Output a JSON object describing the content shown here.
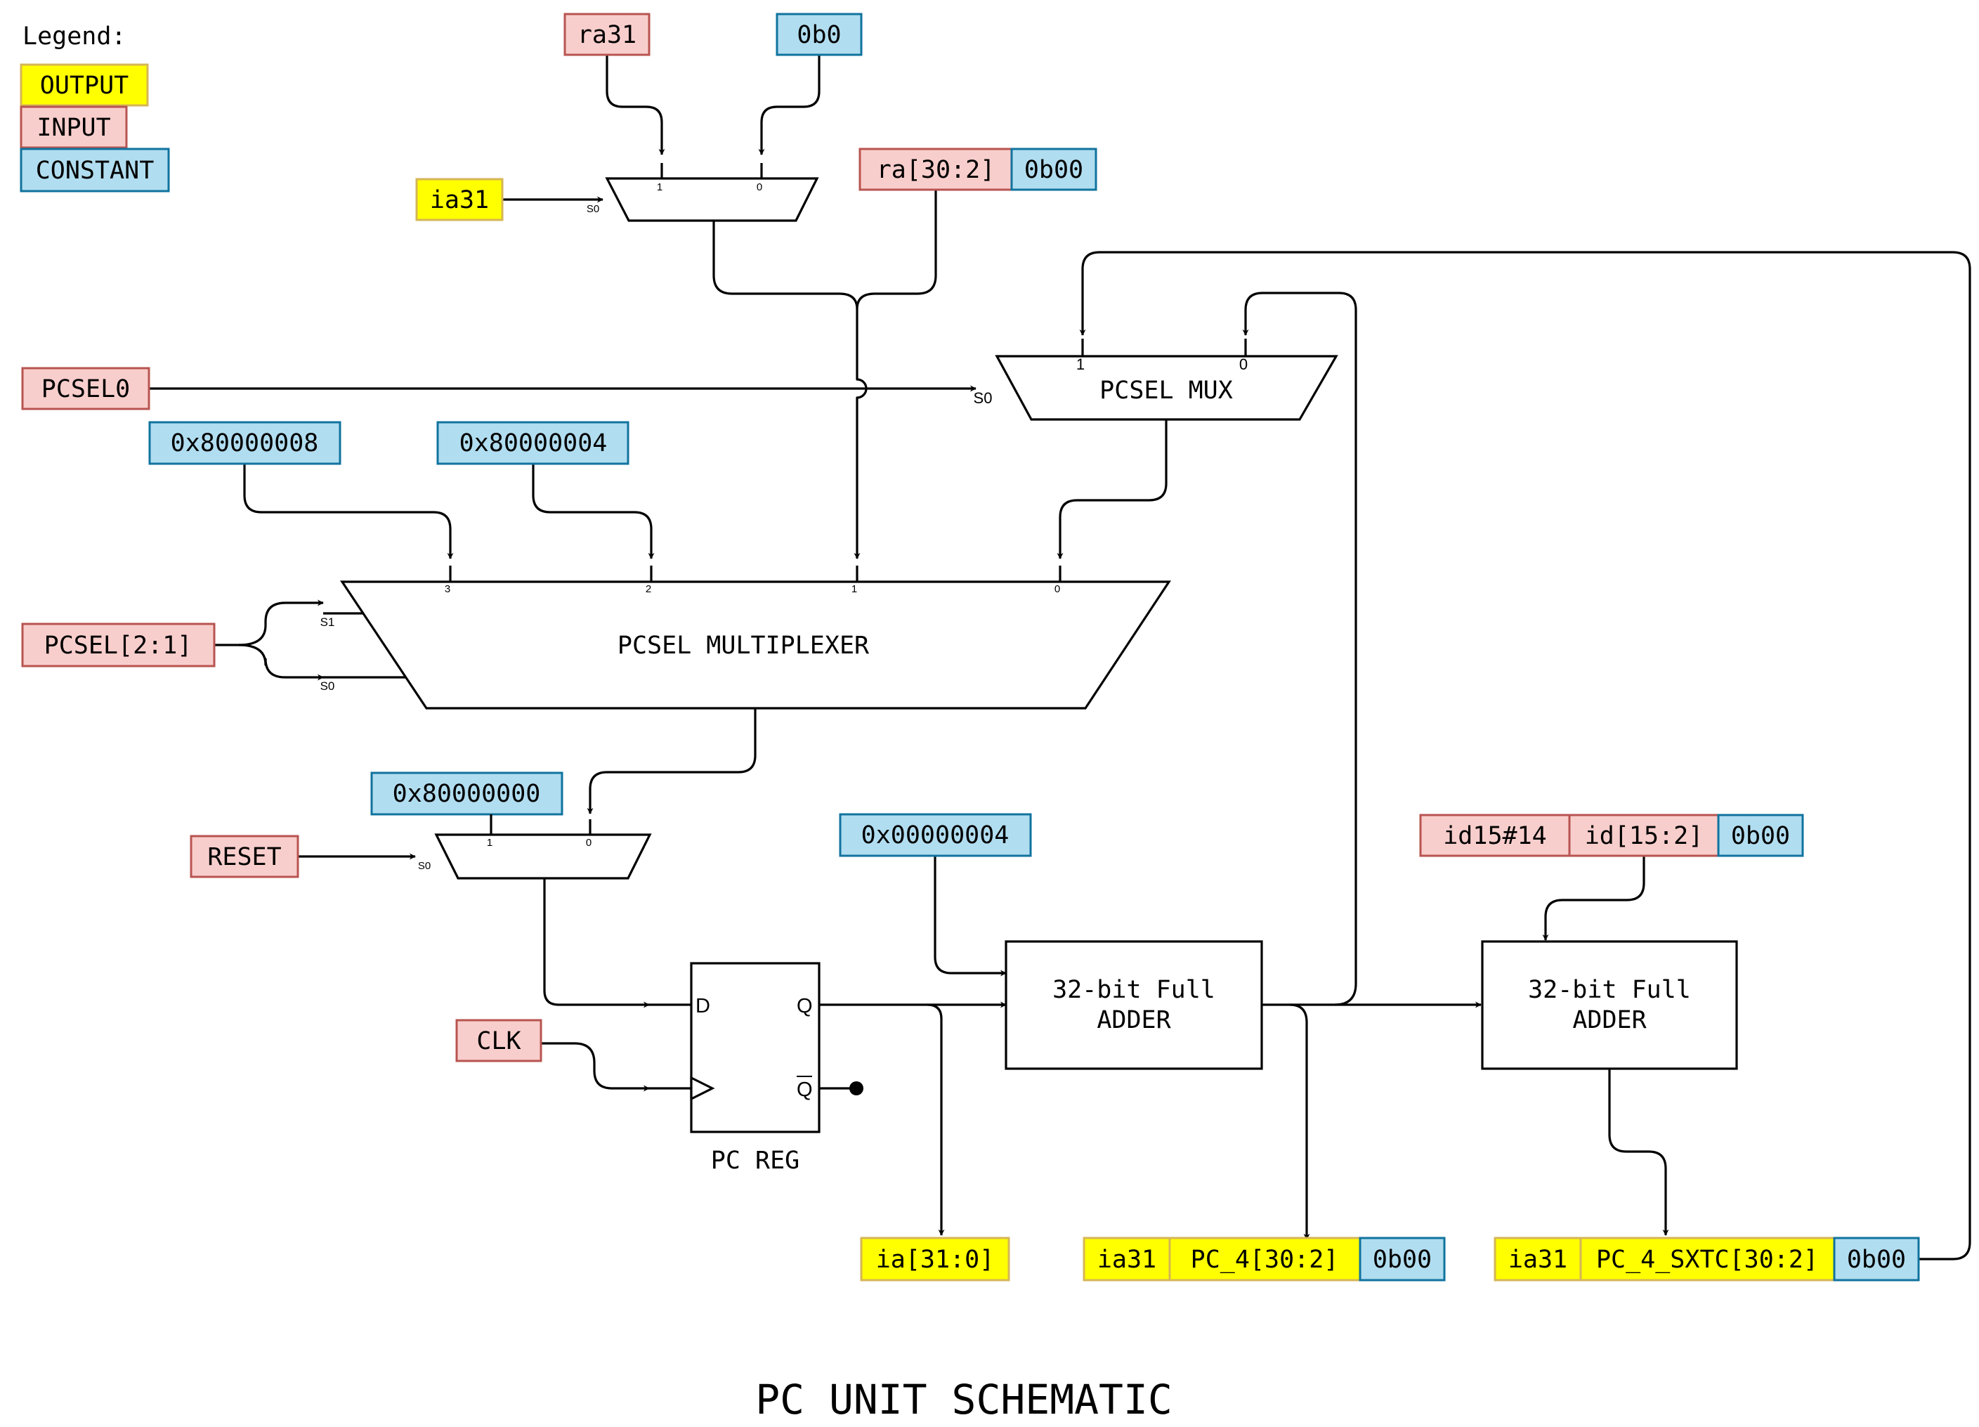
{
  "colors": {
    "output_fill": "#ffff00",
    "output_stroke": "#d6b656",
    "input_fill": "#f8cecc",
    "input_stroke": "#b85450",
    "constant_fill": "#b1ddf0",
    "constant_stroke": "#10739e"
  },
  "legend": {
    "title": "Legend:",
    "output": "OUTPUT",
    "input": "INPUT",
    "constant": "CONSTANT"
  },
  "signals": {
    "ra31": "ra31",
    "b0": "0b0",
    "ia31_in": "ia31",
    "ra30_2": "ra[30:2]",
    "b00_ra": "0b00",
    "pcsel0": "PCSEL0",
    "c8": "0x80000008",
    "c4": "0x80000004",
    "pcsel21": "PCSEL[2:1]",
    "c0": "0x80000000",
    "reset": "RESET",
    "clk": "CLK",
    "c00000004": "0x00000004",
    "id15_14": "id15#14",
    "id15_2": "id[15:2]",
    "b00_id": "0b00",
    "ia_out": "ia[31:0]",
    "pc4_ia31": "ia31",
    "pc4": "PC_4[30:2]",
    "pc4_b00": "0b00",
    "sxtc_ia31": "ia31",
    "sxtc": "PC_4_SXTC[30:2]",
    "sxtc_b00": "0b00"
  },
  "blocks": {
    "pcsel_mux": "PCSEL MUX",
    "pcsel_multiplexer": "PCSEL MULTIPLEXER",
    "adder1_line1": "32-bit Full",
    "adder1_line2": "ADDER",
    "adder2_line1": "32-bit Full",
    "adder2_line2": "ADDER",
    "pc_reg": "PC REG",
    "dff_d": "D",
    "dff_q": "Q",
    "dff_qbar": "Q"
  },
  "pins": {
    "one": "1",
    "zero": "0",
    "two": "2",
    "three": "3",
    "s0": "S0",
    "s1": "S1"
  },
  "title": "PC UNIT SCHEMATIC"
}
